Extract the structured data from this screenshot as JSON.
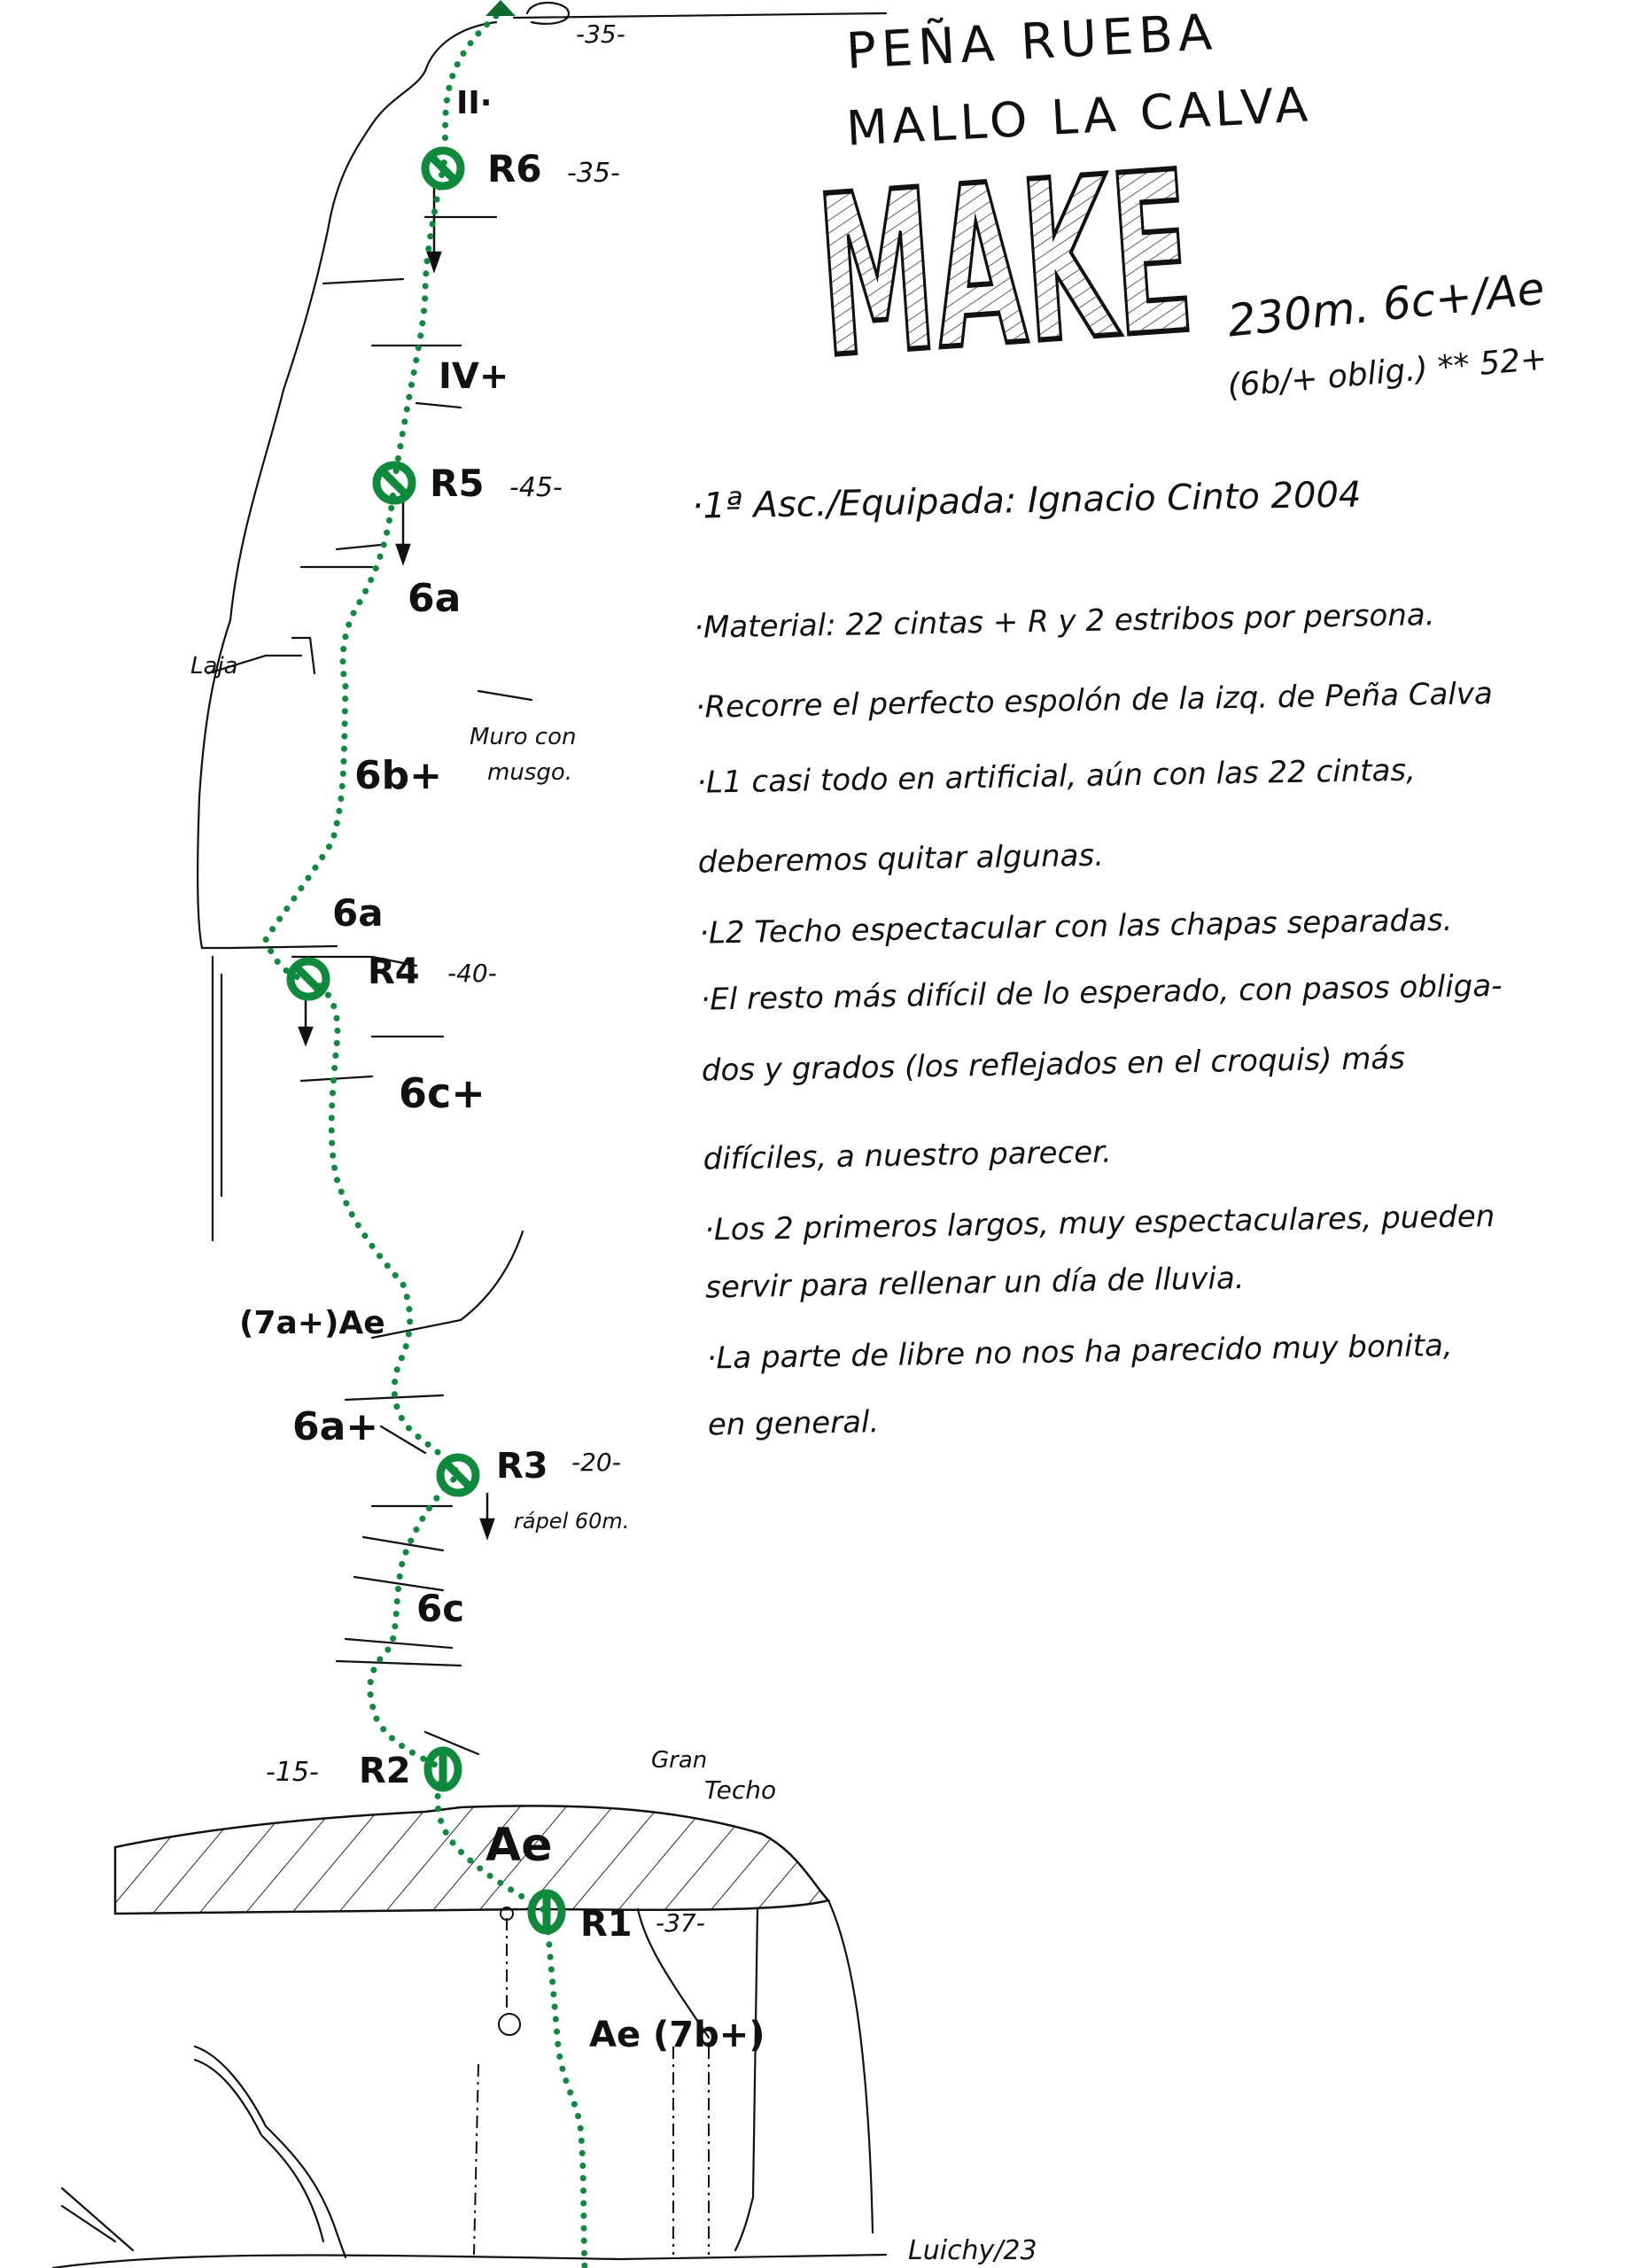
{
  "header": {
    "massif": "PEÑA RUEBA",
    "wall": "MALLO LA CALVA",
    "route_name": "MAKE",
    "length_grade": "230m. 6c+/Ae",
    "oblig_rating": "(6b/+ oblig.) ** 52+"
  },
  "topo": {
    "top_length": "-35-",
    "pitches": [
      {
        "grade": "II·"
      },
      {
        "grade": "IV+"
      },
      {
        "grade": "6a"
      },
      {
        "grade": "6b+"
      },
      {
        "grade": "6a"
      },
      {
        "grade": "6c+"
      },
      {
        "grade": "(7a+)Ae"
      },
      {
        "grade": "6a+"
      },
      {
        "grade": "6c"
      },
      {
        "grade": "Ae"
      },
      {
        "grade": "Ae (7b+)"
      }
    ],
    "belays": [
      {
        "name": "R6",
        "length": "-35-"
      },
      {
        "name": "R5",
        "length": "-45-"
      },
      {
        "name": "R4",
        "length": "-40-"
      },
      {
        "name": "R3",
        "length": "-20-"
      },
      {
        "name": "R2",
        "length": "-15-"
      },
      {
        "name": "R1",
        "length": "-37-"
      }
    ],
    "annotations": {
      "laja": "Laja",
      "muro1": "Muro con",
      "muro2": "musgo.",
      "rappel": "rápel 60m.",
      "techo1": "Gran",
      "techo2": "Techo"
    },
    "signature": "Luichy/23",
    "route_color": "#0f8a3c"
  },
  "notes": [
    "·1ª Asc./Equipada: Ignacio Cinto 2004",
    "·Material: 22 cintas + R y 2 estribos por persona.",
    "·Recorre el perfecto espolón de la izq. de Peña Calva",
    "·L1 casi todo en artificial, aún con las 22 cintas,",
    "deberemos quitar algunas.",
    "·L2 Techo espectacular con las chapas separadas.",
    "·El resto más difícil de lo esperado, con pasos obliga-",
    "dos y grados (los reflejados en el croquis) más",
    "difíciles, a nuestro parecer.",
    "·Los 2 primeros largos, muy espectaculares, pueden",
    "servir para rellenar un día de lluvia.",
    "·La parte de libre no nos ha parecido muy bonita,",
    "en general."
  ]
}
